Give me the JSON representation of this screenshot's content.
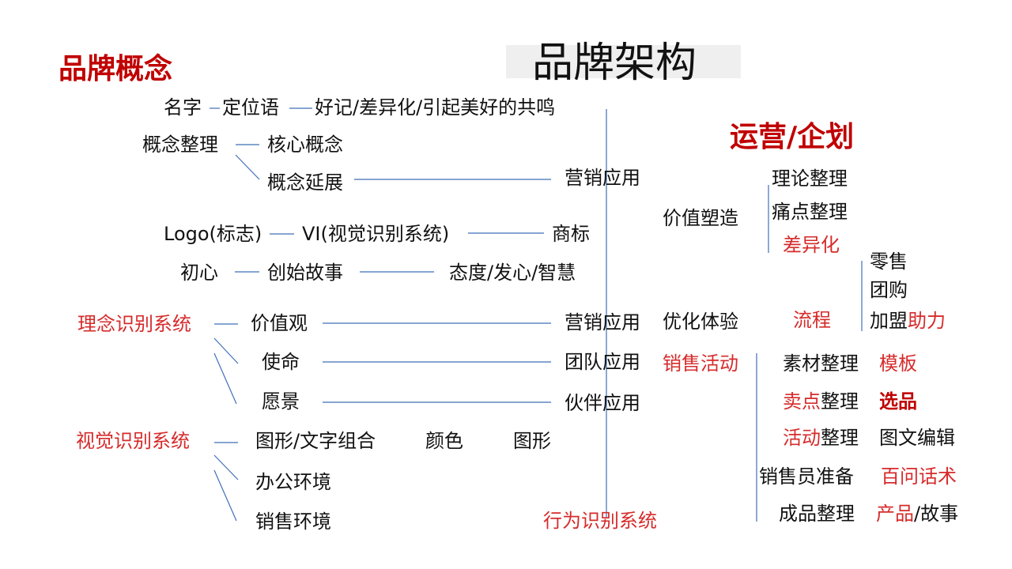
{
  "colors": {
    "connector": "#3f6fb8",
    "accent_red": "#d62b2b",
    "heading_red": "#c00000",
    "text": "#111111"
  },
  "title": "品牌架构",
  "brand_concept": {
    "heading": "品牌概念",
    "name": "名字",
    "positioning": "定位语",
    "positioning_detail": "好记/差异化/引起美好的共鸣",
    "concept_organize": "概念整理",
    "core_concept": "核心概念",
    "concept_extension": "概念延展",
    "marketing_application": "营销应用",
    "logo": "Logo(标志)",
    "vi": "VI(视觉识别系统)",
    "trademark": "商标",
    "original_intention": "初心",
    "founding_story": "创始故事",
    "attitude": "态度/发心/智慧"
  },
  "mind_identity": {
    "label": "理念识别系统",
    "values": "价值观",
    "mission": "使命",
    "vision": "愿景",
    "values_app": "营销应用",
    "mission_app": "团队应用",
    "vision_app": "伙伴应用"
  },
  "visual_identity": {
    "label": "视觉识别系统",
    "graphic_text": "图形/文字组合",
    "color": "颜色",
    "graphic": "图形",
    "office_env": "办公环境",
    "sales_env": "销售环境"
  },
  "behavior_identity": {
    "label": "行为识别系统"
  },
  "operations": {
    "heading": "运营/企划",
    "value_shaping": "价值塑造",
    "theory": "理论整理",
    "pain_points": "痛点整理",
    "differentiation": "差异化",
    "optimize_experience": "优化体验",
    "process": "流程",
    "retail": "零售",
    "group_buy": "团购",
    "franchise": "加盟",
    "boost": "助力",
    "sales_activity": "销售活动",
    "material": "素材整理",
    "template": "模板",
    "selling_point_a": "卖点",
    "organize_suffix_a": "整理",
    "selection": "选品",
    "activity_a": "活动",
    "organize_suffix_b": "整理",
    "graphic_edit": "图文编辑",
    "salesperson_prep": "销售员准备",
    "hundred_questions": "百问话术",
    "product_organize": "成品整理",
    "product": "产品",
    "story_sep": "/故事"
  }
}
